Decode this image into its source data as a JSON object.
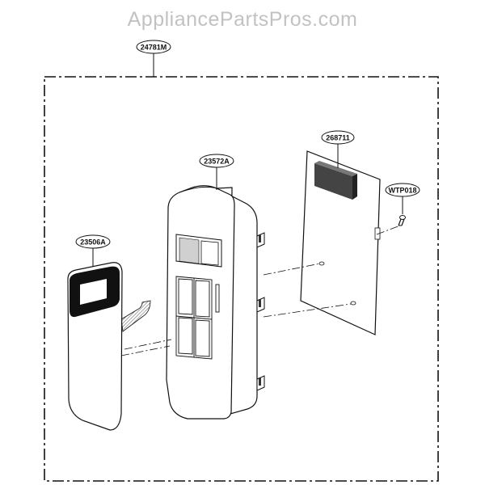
{
  "watermark": "AppliancePartsPros.com",
  "callouts": {
    "assembly": "24781M",
    "pcb": "268711",
    "screw": "WTP018",
    "housing": "23572A",
    "membrane": "23506A"
  }
}
